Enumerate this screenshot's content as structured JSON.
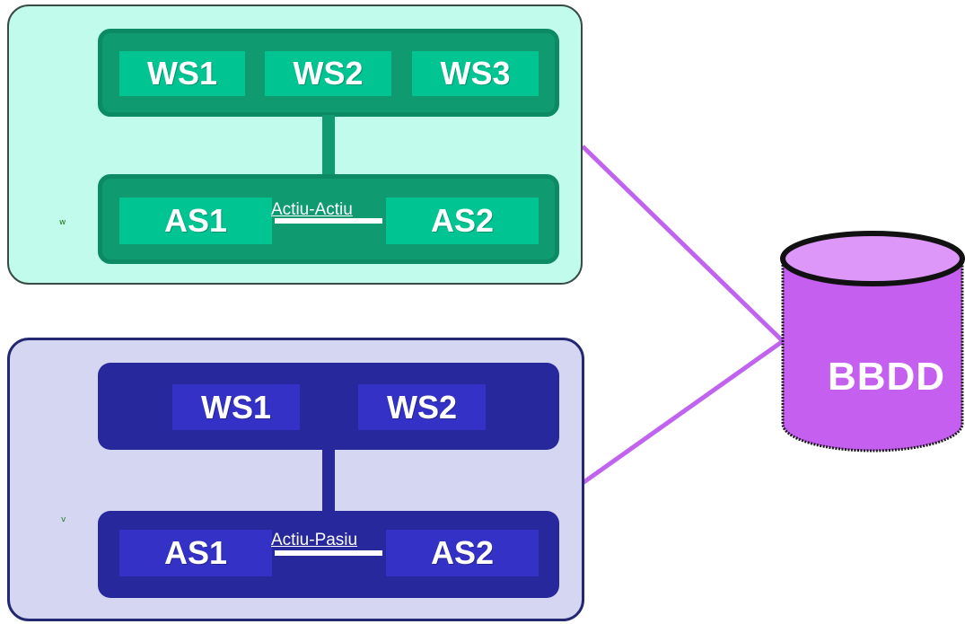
{
  "cluster_active": {
    "web_servers": [
      "WS1",
      "WS2",
      "WS3"
    ],
    "app_servers": [
      "AS1",
      "AS2"
    ],
    "link_label": "Actiu-Actiu",
    "mark": "w",
    "colors": {
      "panel": "#c0fbeb",
      "tier": "#0f9a70",
      "box": "#00c592"
    }
  },
  "cluster_passive": {
    "web_servers": [
      "WS1",
      "WS2"
    ],
    "app_servers": [
      "AS1",
      "AS2"
    ],
    "link_label": "Actiu-Pasiu",
    "mark": "v",
    "colors": {
      "panel": "#d4d6f2",
      "tier": "#26289c",
      "box": "#3331c6"
    }
  },
  "database": {
    "label": "BBDD",
    "colors": {
      "body": "#c55ff0",
      "top": "#dc97f8",
      "connector": "#c064f0"
    }
  }
}
